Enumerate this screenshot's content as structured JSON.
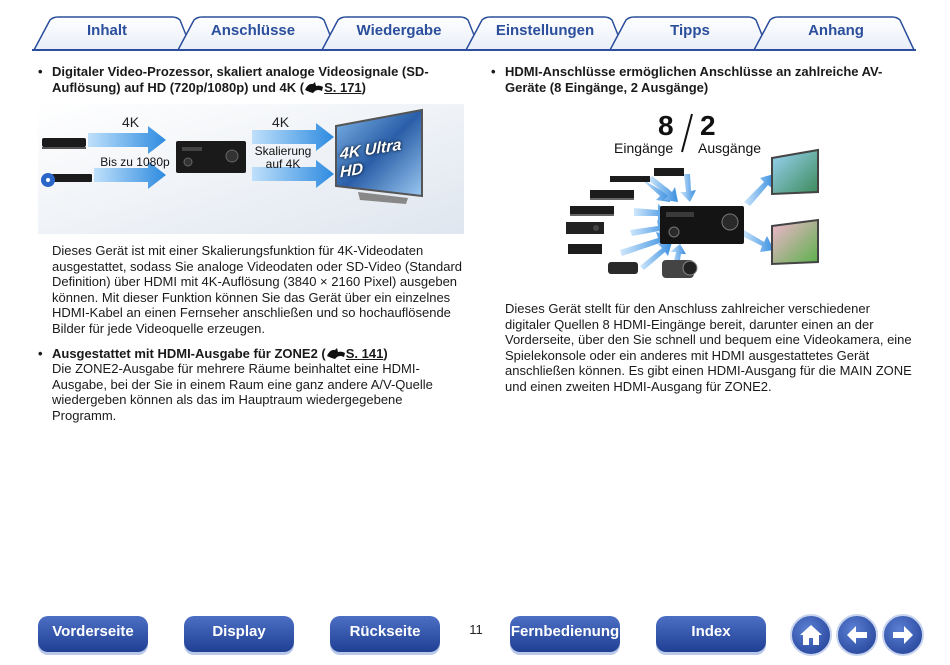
{
  "tabs": [
    "Inhalt",
    "Anschlüsse",
    "Wiedergabe",
    "Einstellungen",
    "Tipps",
    "Anhang"
  ],
  "left": {
    "bullet1": {
      "line1": "Digitaler Video-Prozessor, skaliert analoge Videosignale (SD-",
      "line2": "Auflösung) auf HD (720p/1080p) und 4K  (",
      "ref": "S. 171",
      "close": ")"
    },
    "diagram": {
      "k4_left": "4K",
      "k4_right": "4K",
      "upto": "Bis zu 1080p",
      "scaling_l1": "Skalierung",
      "scaling_l2": "auf 4K",
      "tv_text": "4K Ultra HD"
    },
    "para1": [
      "Dieses Gerät ist mit einer Skalierungsfunktion für 4K-Videodaten",
      "ausgestattet, sodass Sie analoge Videodaten oder SD-Video (Standard",
      "Definition) über HDMI mit 4K-Auflösung (3840 × 2160 Pixel) ausgeben",
      "können. Mit dieser Funktion können Sie das Gerät über ein einzelnes",
      "HDMI-Kabel an einen Fernseher anschließen und so hochauflösende",
      "Bilder für jede Videoquelle erzeugen."
    ],
    "bullet2": {
      "text": "Ausgestattet mit HDMI-Ausgabe für ZONE2  (",
      "ref": "S. 141",
      "close": ")"
    },
    "para2": [
      "Die ZONE2-Ausgabe für mehrere Räume beinhaltet eine HDMI-",
      "Ausgabe, bei der Sie in einem Raum eine ganz andere A/V-Quelle",
      "wiedergeben können als das im Hauptraum wiedergegebene",
      "Programm."
    ]
  },
  "right": {
    "bullet1": {
      "line1": "HDMI-Anschlüsse ermöglichen Anschlüsse an zahlreiche AV-",
      "line2": "Geräte (8 Eingänge, 2 Ausgänge)"
    },
    "diagram": {
      "in_count": "8",
      "out_count": "2",
      "in_label": "Eingänge",
      "out_label": "Ausgänge"
    },
    "para": [
      "Dieses Gerät stellt für den Anschluss zahlreicher verschiedener",
      "digitaler Quellen 8 HDMI-Eingänge bereit, darunter einen an der",
      "Vorderseite, über den Sie schnell und bequem eine Videokamera, eine",
      "Spielekonsole oder ein anderes mit HDMI ausgestattetes Gerät",
      "anschließen können. Es gibt einen HDMI-Ausgang für die MAIN ZONE",
      "und einen zweiten HDMI-Ausgang für ZONE2."
    ]
  },
  "nav": {
    "front": "Vorderseite",
    "display": "Display",
    "rear": "Rückseite",
    "remote": "Fernbedienung",
    "index": "Index",
    "page": "11"
  },
  "colors": {
    "tab_text": "#2b4f9c",
    "tab_line": "#2b4f9c",
    "nav_btn": "#2b4f9c",
    "arrow": "#3a8fe0"
  },
  "icons": [
    "book-ref-icon",
    "home-icon",
    "arrow-left-icon",
    "arrow-right-icon"
  ]
}
